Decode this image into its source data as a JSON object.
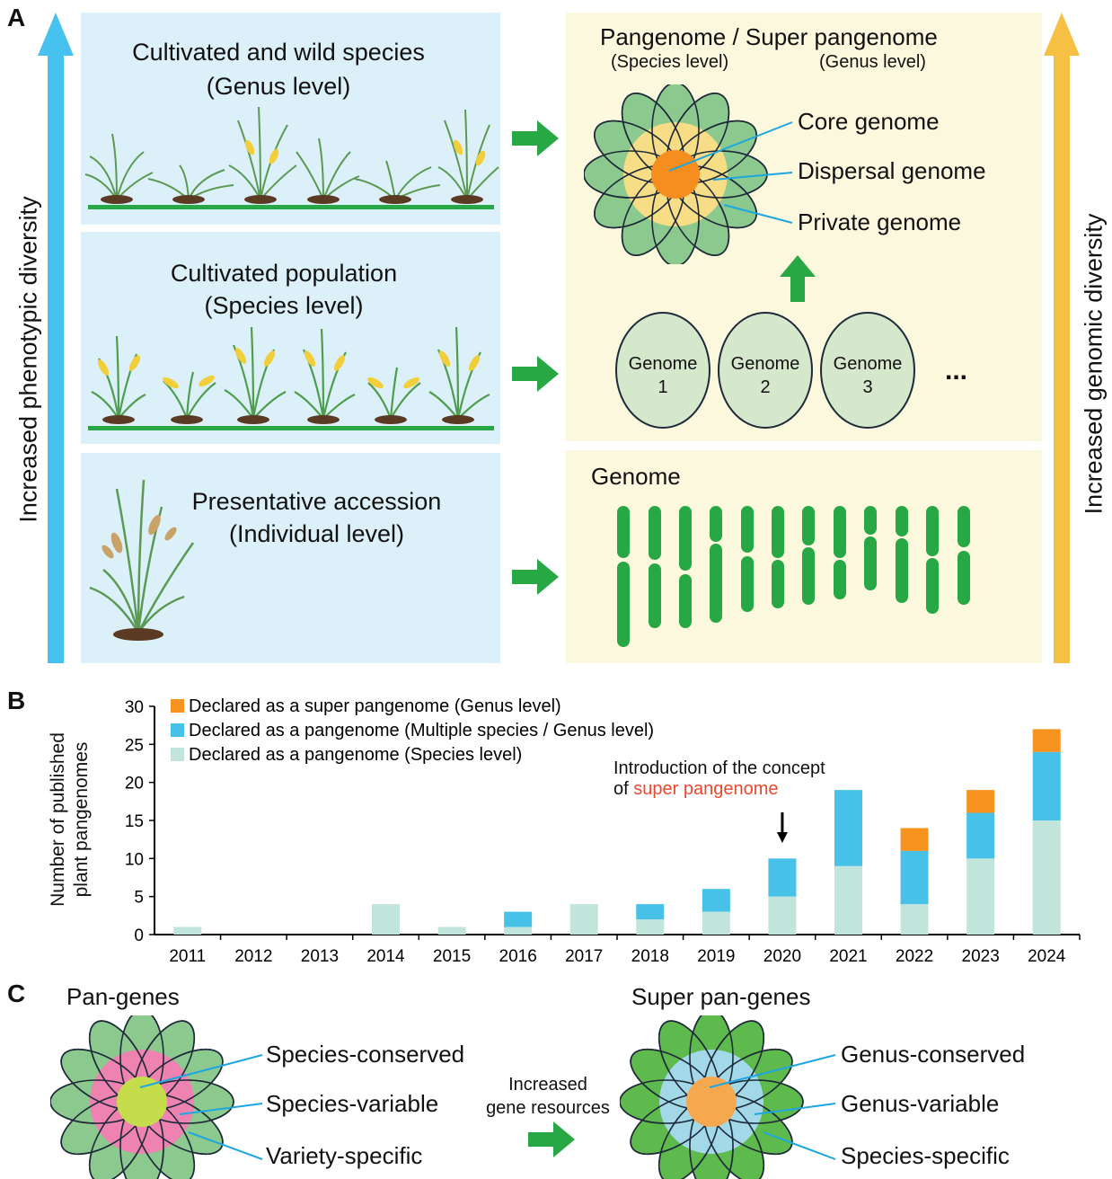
{
  "panels": {
    "a": "A",
    "b": "B",
    "c": "C"
  },
  "panel_a": {
    "left_axis_label": "Increased phenotypic diversity",
    "right_axis_label": "Increased genomic diversity",
    "box1": {
      "title": "Cultivated and wild species",
      "subtitle": "(Genus level)"
    },
    "box2": {
      "title": "Cultivated population",
      "subtitle": "(Species level)"
    },
    "box3": {
      "title": "Presentative accession",
      "subtitle": "(Individual level)"
    },
    "pangenome": {
      "title": "Pangenome / Super pangenome",
      "species_level": "(Species level)",
      "genus_level": "(Genus level)",
      "core": "Core genome",
      "dispersal": "Dispersal genome",
      "private": "Private genome"
    },
    "genomes": [
      {
        "line1": "Genome",
        "line2": "1"
      },
      {
        "line1": "Genome",
        "line2": "2"
      },
      {
        "line1": "Genome",
        "line2": "3"
      }
    ],
    "ellipsis": "...",
    "genome_title": "Genome",
    "colors": {
      "blue_arrow": "#47c1ee",
      "yellow_arrow": "#f6c044",
      "green": "#27a844",
      "petal_green": "#8bc98f",
      "petal_yellow": "#f6dd86",
      "center_orange": "#f68d1f"
    }
  },
  "panel_b": {
    "chart_data": {
      "type": "bar",
      "stacked": true,
      "ylabel": "Number of published plant pangenomes",
      "ylabel_lines": [
        "Number of published",
        "plant pangenomes"
      ],
      "ylim": [
        0,
        30
      ],
      "yticks": [
        0,
        5,
        10,
        15,
        20,
        25,
        30
      ],
      "categories": [
        "2011",
        "2012",
        "2013",
        "2014",
        "2015",
        "2016",
        "2017",
        "2018",
        "2019",
        "2020",
        "2021",
        "2022",
        "2023",
        "2024"
      ],
      "series": [
        {
          "name": "Declared as a pangenome (Species level)",
          "color": "#c1e5da",
          "values": [
            1,
            0,
            0,
            4,
            1,
            1,
            4,
            2,
            3,
            5,
            9,
            4,
            10,
            15
          ]
        },
        {
          "name": "Declared as a pangenome (Multiple species / Genus level)",
          "color": "#47c1e8",
          "values": [
            0,
            0,
            0,
            0,
            0,
            2,
            0,
            2,
            3,
            5,
            10,
            7,
            6,
            9
          ]
        },
        {
          "name": "Declared as a super pangenome (Genus level)",
          "color": "#f6921e",
          "values": [
            0,
            0,
            0,
            0,
            0,
            0,
            0,
            0,
            0,
            0,
            0,
            3,
            3,
            3
          ]
        }
      ],
      "legend_order": [
        2,
        1,
        0
      ],
      "legend_position": "top-left",
      "annotation": {
        "line1": "Introduction of the concept",
        "line2_prefix": "of ",
        "line2_highlight": "super pangenome",
        "highlight_color": "#e8482d",
        "category": "2020"
      }
    }
  },
  "panel_c": {
    "left": {
      "title": "Pan-genes",
      "conserved": "Species-conserved",
      "variable": "Species-variable",
      "specific": "Variety-specific"
    },
    "middle": {
      "line1": "Increased",
      "line2": "gene resources"
    },
    "right": {
      "title": "Super pan-genes",
      "conserved": "Genus-conserved",
      "variable": "Genus-variable",
      "specific": "Species-specific"
    },
    "colors": {
      "left_inner": "#ee82b0",
      "left_outer": "#8bc98f",
      "left_center": "#c5dd4a",
      "right_inner": "#a3d8e8",
      "right_outer": "#5eba4c",
      "right_center": "#f6a84e"
    }
  }
}
